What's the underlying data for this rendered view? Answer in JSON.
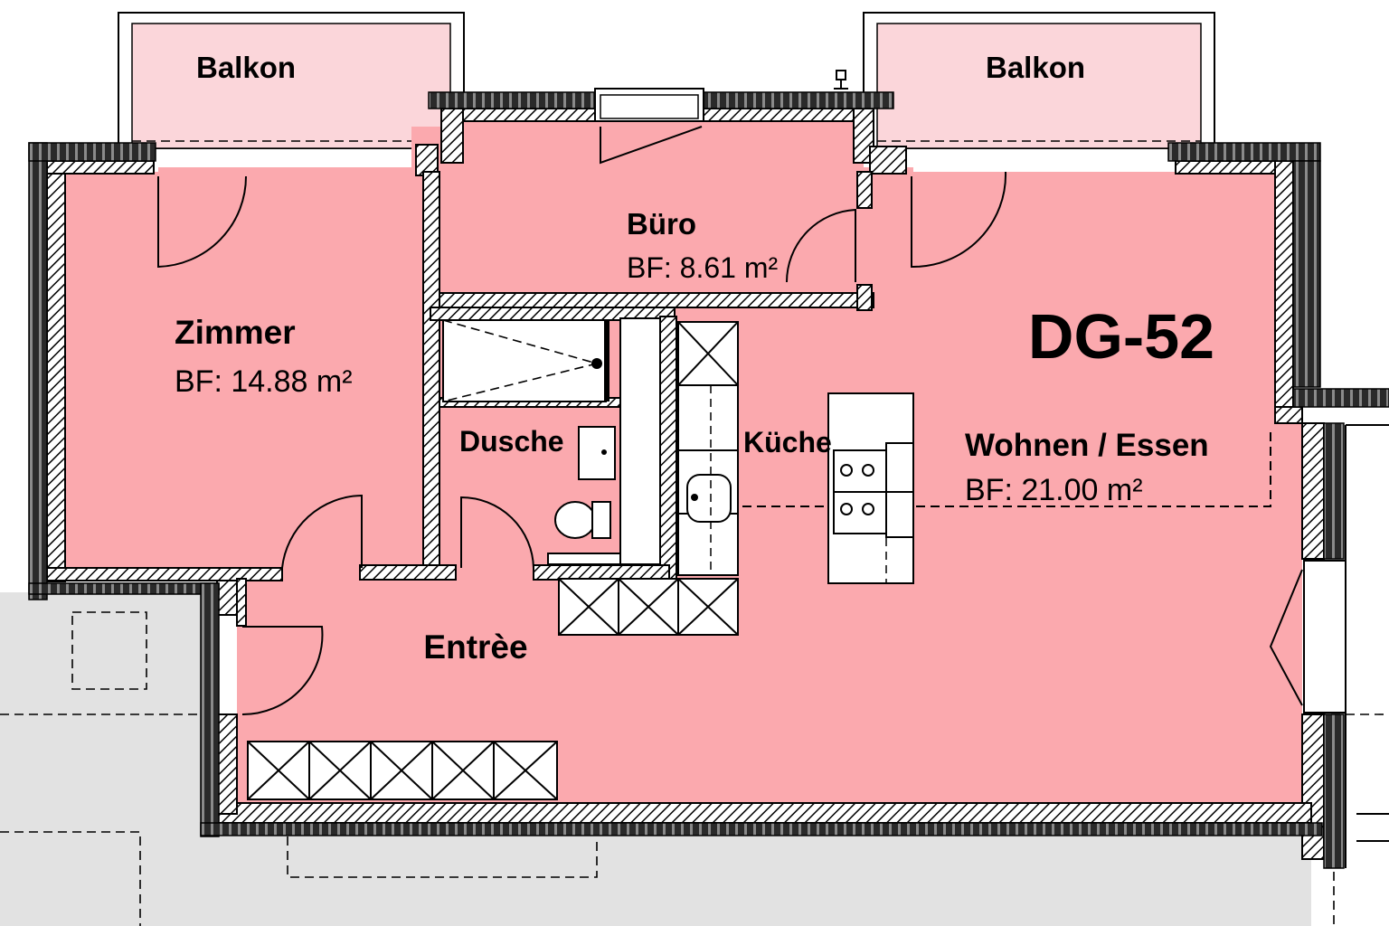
{
  "unit": {
    "id": "DG-52"
  },
  "rooms": {
    "zimmer": {
      "name": "Zimmer",
      "area": "BF: 14.88 m²"
    },
    "buero": {
      "name": "Büro",
      "area": "BF: 8.61 m²"
    },
    "wohnen": {
      "name": "Wohnen / Essen",
      "area": "BF: 21.00 m²"
    },
    "dusche": {
      "name": "Dusche"
    },
    "kueche": {
      "name": "Küche"
    },
    "entree": {
      "name": "Entrèe"
    },
    "balkon_left": {
      "name": "Balkon"
    },
    "balkon_right": {
      "name": "Balkon"
    }
  },
  "colors": {
    "room_fill": "#fba9ae",
    "balcony_fill": "#fbd6da",
    "outside_fill": "#e2e2e2",
    "wall": "#111111"
  }
}
